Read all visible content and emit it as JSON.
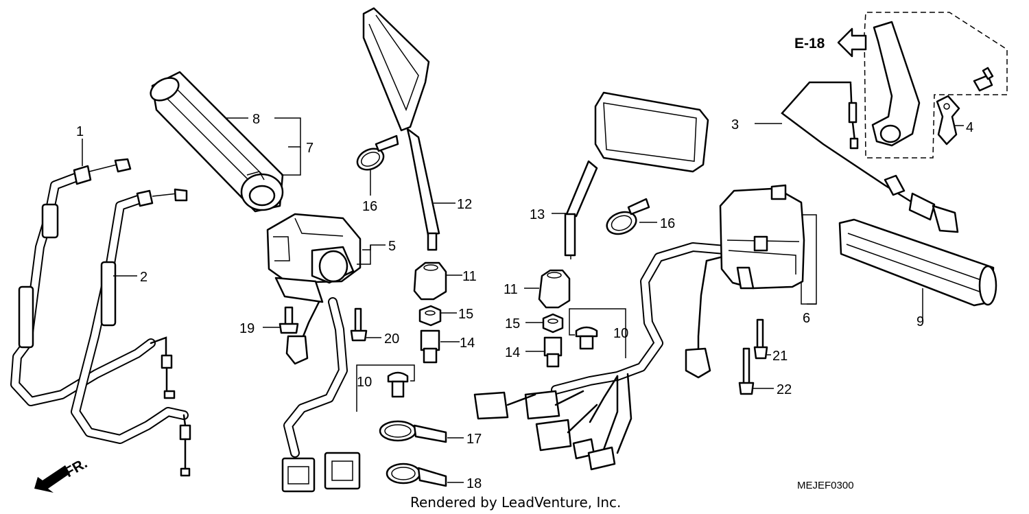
{
  "callouts": [
    {
      "id": "1",
      "label": "1"
    },
    {
      "id": "2",
      "label": "2"
    },
    {
      "id": "3",
      "label": "3"
    },
    {
      "id": "4",
      "label": "4"
    },
    {
      "id": "5",
      "label": "5"
    },
    {
      "id": "6",
      "label": "6"
    },
    {
      "id": "7",
      "label": "7"
    },
    {
      "id": "8",
      "label": "8"
    },
    {
      "id": "9",
      "label": "9"
    },
    {
      "id": "10a",
      "label": "10"
    },
    {
      "id": "10b",
      "label": "10"
    },
    {
      "id": "11a",
      "label": "11"
    },
    {
      "id": "11b",
      "label": "11"
    },
    {
      "id": "12",
      "label": "12"
    },
    {
      "id": "13",
      "label": "13"
    },
    {
      "id": "14a",
      "label": "14"
    },
    {
      "id": "14b",
      "label": "14"
    },
    {
      "id": "15a",
      "label": "15"
    },
    {
      "id": "15b",
      "label": "15"
    },
    {
      "id": "16a",
      "label": "16"
    },
    {
      "id": "16b",
      "label": "16"
    },
    {
      "id": "17",
      "label": "17"
    },
    {
      "id": "18",
      "label": "18"
    },
    {
      "id": "19",
      "label": "19"
    },
    {
      "id": "20",
      "label": "20"
    },
    {
      "id": "21",
      "label": "21"
    },
    {
      "id": "22",
      "label": "22"
    }
  ],
  "reference": "E-18",
  "front_marker": "FR.",
  "diagram_code": "MEJEF0300",
  "credit": "Rendered by LeadVenture, Inc."
}
